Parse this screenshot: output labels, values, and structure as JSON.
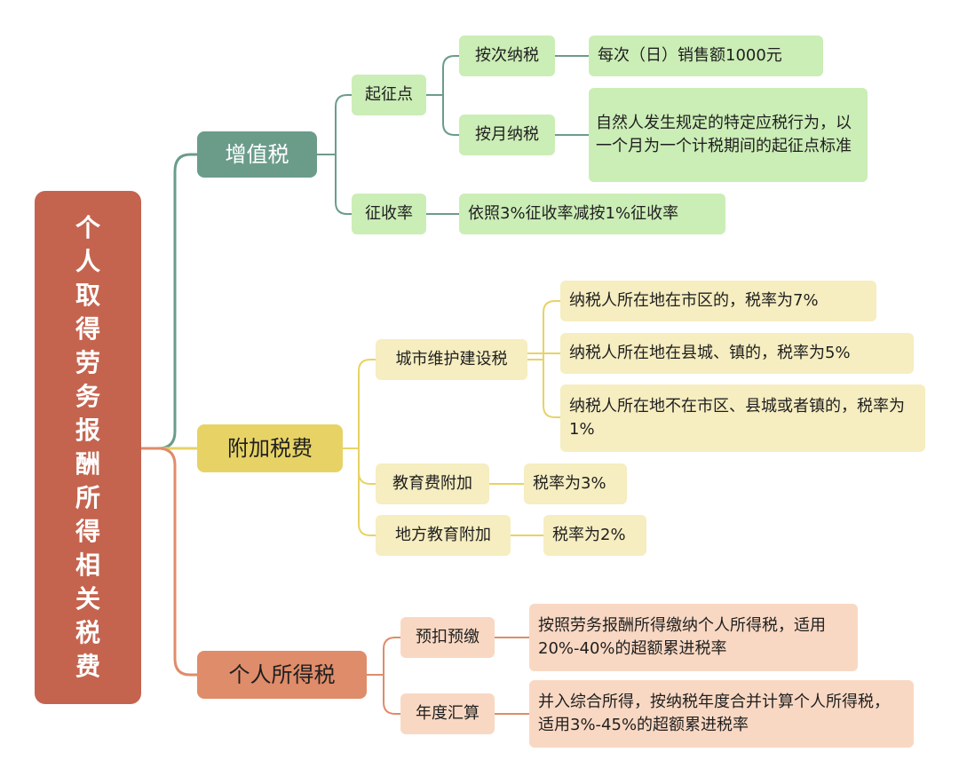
{
  "root": {
    "title": "个人取得劳务报酬所得相关税费"
  },
  "vat": {
    "label": "增值税",
    "threshold": {
      "label": "起征点",
      "per_time": {
        "label": "按次纳税",
        "detail": "每次（日）销售额1000元"
      },
      "per_month": {
        "label": "按月纳税",
        "detail": "自然人发生规定的特定应税行为，以一个月为一个计税期间的起征点标准"
      }
    },
    "rate": {
      "label": "征收率",
      "detail": "依照3%征收率减按1%征收率"
    }
  },
  "surcharge": {
    "label": "附加税费",
    "urban": {
      "label": "城市维护建设税",
      "items": [
        "纳税人所在地在市区的，税率为7%",
        "纳税人所在地在县城、镇的，税率为5%",
        "纳税人所在地不在市区、县城或者镇的，税率为1%"
      ]
    },
    "education": {
      "label": "教育费附加",
      "detail": "税率为3%"
    },
    "local_education": {
      "label": "地方教育附加",
      "detail": "税率为2%"
    }
  },
  "iit": {
    "label": "个人所得税",
    "prepay": {
      "label": "预扣预缴",
      "detail": "按照劳务报酬所得缴纳个人所得税，适用20%-40%的超额累进税率"
    },
    "annual": {
      "label": "年度汇算",
      "detail": "并入综合所得，按纳税年度合并计算个人所得税，适用3%-45%的超额累进税率"
    }
  },
  "colors": {
    "root": "#c4644f",
    "vat": "#6b9c8a",
    "surcharge": "#e7d365",
    "iit": "#df8c6a",
    "vat_leaf": "#cbedb6",
    "surcharge_leaf": "#f6edc0",
    "iit_leaf": "#f9d8c3"
  }
}
